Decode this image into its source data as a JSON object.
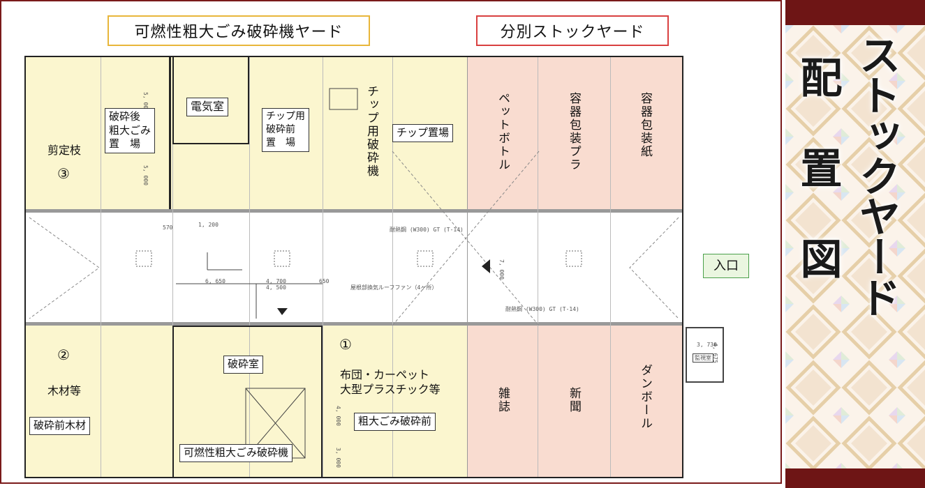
{
  "headers": {
    "left": "可燃性粗大ごみ破砕機ヤード",
    "right": "分別ストックヤード"
  },
  "colors": {
    "yellow_zone": "#fbf6cf",
    "pink_zone": "#f9dcd0",
    "left_header_border": "#e8b63a",
    "right_header_border": "#d94040",
    "entrance_border": "#4aa04a",
    "sidebar": "#6e1515"
  },
  "top_labels": {
    "sentei": "剪定枝",
    "num3": "③",
    "hasai_go": "破砕後\n粗大ごみ\n置　場",
    "denki": "電気室",
    "chip_mae": "チップ用\n破砕前\n置　場",
    "chip_hasai": "チップ用破砕機",
    "chip_okiba": "チップ置場",
    "pet": "ペットボトル",
    "youki_pura": "容器包装プラ",
    "youki_kami": "容器包装紙"
  },
  "bottom_labels": {
    "num2": "②",
    "mokuzai": "木材等",
    "hasai_mae_mokuzai": "破砕前木材",
    "hasai_shitsu": "破砕室",
    "machine": "可燃性粗大ごみ破砕機",
    "num1": "①",
    "futon": "布団・カーペット",
    "plastic": "大型プラスチック等",
    "sodai_mae": "粗大ごみ破砕前",
    "zasshi": "雑誌",
    "shinbun": "新聞",
    "danboru": "ダンボール"
  },
  "entrance": "入口",
  "dimensions": {
    "d570": "570",
    "d1200": "1, 200",
    "d6650": "6, 650",
    "d4700": "4, 700",
    "d4500": "4, 500",
    "d650": "650",
    "d7000": "7, 000",
    "d3730": "3, 730",
    "d4675": "4, 675",
    "d4000": "4, 000",
    "d3000": "3, 000",
    "d5000a": "5, 000",
    "d5000b": "5, 000",
    "gt1": "耐熱鋼 (W300) GT (T-14)",
    "gt2": "耐熱鋼 (W300) GT (T-14)",
    "fan": "屋根部換気ルーフファン（4ヶ所）",
    "kanshi": "監視室"
  },
  "sidebar": {
    "line1": "配置図",
    "line2": "ストックヤード"
  }
}
